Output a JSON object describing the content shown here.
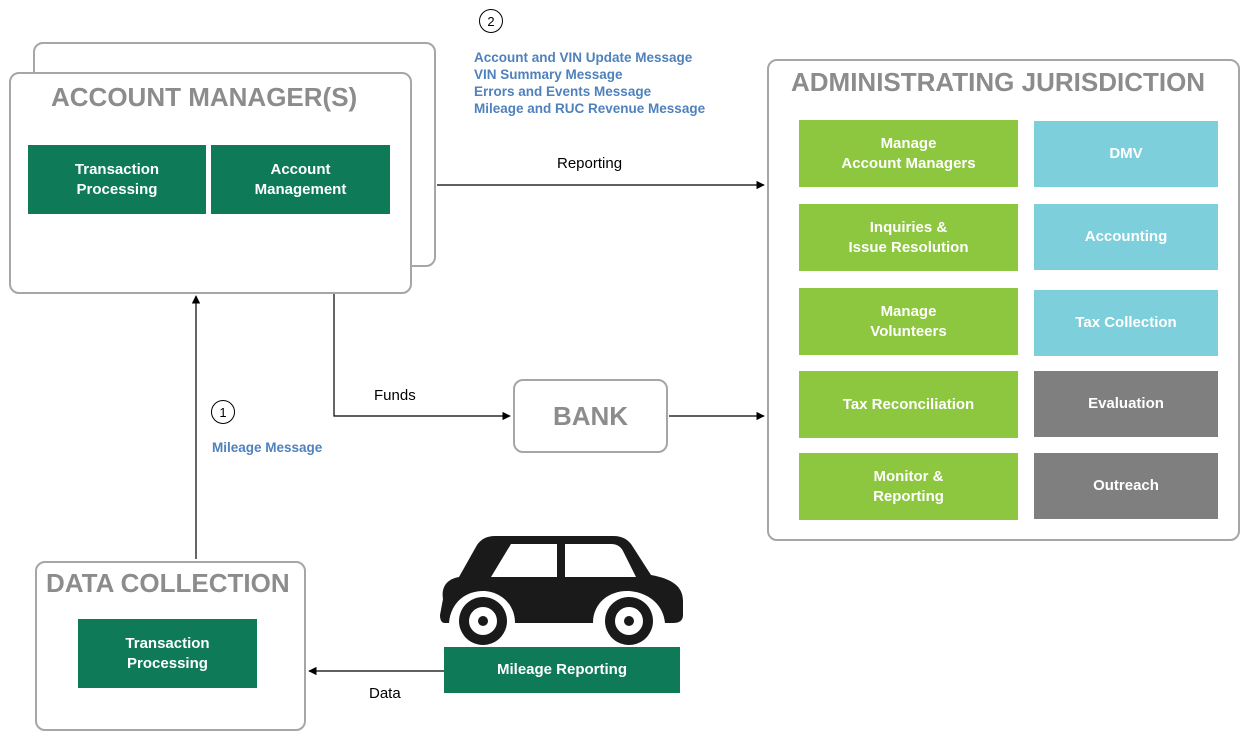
{
  "account_manager": {
    "title": "ACCOUNT MANAGER(S)",
    "boxes": [
      "Transaction\nProcessing",
      "Account\nManagement"
    ]
  },
  "administrating_jurisdiction": {
    "title": "ADMINISTRATING JURISDICTION",
    "green_boxes": [
      "Manage\nAccount Managers",
      "Inquiries &\nIssue Resolution",
      "Manage\nVolunteers",
      "Tax Reconciliation",
      "Monitor &\nReporting"
    ],
    "side_boxes": [
      "DMV",
      "Accounting",
      "Tax Collection",
      "Evaluation",
      "Outreach"
    ]
  },
  "bank": {
    "title": "BANK"
  },
  "data_collection": {
    "title": "DATA COLLECTION",
    "box": "Transaction\nProcessing"
  },
  "vehicle": {
    "icon": "car-icon",
    "box": "Mileage Reporting"
  },
  "flows": {
    "reporting": "Reporting",
    "funds": "Funds",
    "data": "Data",
    "step1_number": "1",
    "step1_messages": "Mileage Message",
    "step2_number": "2",
    "step2_messages": "Account and VIN Update Message\nVIN Summary Message\nErrors and Events Message\nMileage and RUC Revenue Message"
  },
  "colors": {
    "dark_green": "#0e7a58",
    "lime_green": "#8dc63f",
    "teal": "#7ccfdb",
    "gray": "#7f7f7f",
    "message_blue": "#4f81bd",
    "panel_title_gray": "#8c8c8c"
  }
}
